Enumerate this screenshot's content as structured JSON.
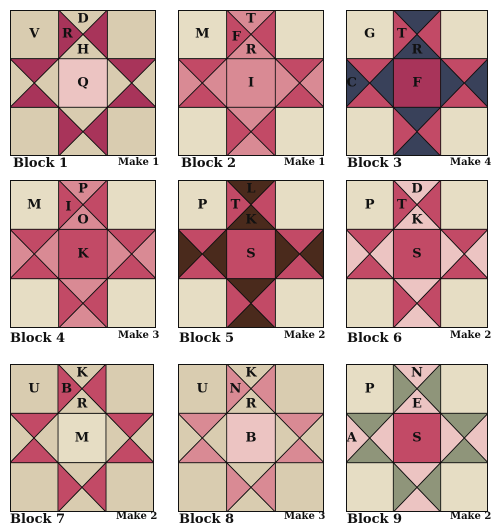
{
  "colors": {
    "cream": "#e6ddc4",
    "tan": "#d9ccb0",
    "pink_light": "#ecc4c2",
    "pink_mid": "#d98a94",
    "rose": "#c24a66",
    "rose_dark": "#a8345a",
    "brown": "#4a2a1c",
    "navy": "#39415a",
    "sage": "#8f957a",
    "line": "#111111"
  },
  "blocks": [
    {
      "id": "block-1",
      "name": "Block 1",
      "make": "Make 1",
      "corner": "tan",
      "side_bg": "tan",
      "side_star": "rose_dark",
      "center": "pink_light",
      "letters": [
        {
          "t": "D",
          "pos": "top-a"
        },
        {
          "t": "R",
          "pos": "top-b"
        },
        {
          "t": "H",
          "pos": "top-c"
        },
        {
          "t": "V",
          "pos": "corner"
        },
        {
          "t": "Q",
          "pos": "center"
        }
      ]
    },
    {
      "id": "block-2",
      "name": "Block 2",
      "make": "Make 1",
      "corner": "cream",
      "side_bg": "pink_mid",
      "side_star": "rose",
      "center": "pink_mid",
      "letters": [
        {
          "t": "M",
          "pos": "corner"
        },
        {
          "t": "T",
          "pos": "top-a"
        },
        {
          "t": "F",
          "pos": "top-b2"
        },
        {
          "t": "R",
          "pos": "top-c"
        },
        {
          "t": "I",
          "pos": "center"
        }
      ]
    },
    {
      "id": "block-3",
      "name": "Block 3",
      "make": "Make 4",
      "corner": "cream",
      "side_bg": "navy",
      "side_star": "rose",
      "center": "rose_dark",
      "letters": [
        {
          "t": "G",
          "pos": "corner"
        },
        {
          "t": "T",
          "pos": "top-b"
        },
        {
          "t": "R",
          "pos": "top-c"
        },
        {
          "t": "C",
          "pos": "left-edge"
        },
        {
          "t": "F",
          "pos": "center"
        }
      ]
    },
    {
      "id": "block-4",
      "name": "Block 4",
      "make": "Make 3",
      "corner": "cream",
      "side_bg": "pink_mid",
      "side_star": "rose",
      "center": "rose",
      "letters": [
        {
          "t": "M",
          "pos": "corner"
        },
        {
          "t": "P",
          "pos": "top-a"
        },
        {
          "t": "I",
          "pos": "top-b2"
        },
        {
          "t": "O",
          "pos": "top-c"
        },
        {
          "t": "K",
          "pos": "center"
        }
      ]
    },
    {
      "id": "block-5",
      "name": "Block 5",
      "make": "Make 2",
      "corner": "cream",
      "side_bg": "brown",
      "side_star": "rose",
      "center": "rose",
      "letters": [
        {
          "t": "P",
          "pos": "corner"
        },
        {
          "t": "L",
          "pos": "top-a"
        },
        {
          "t": "T",
          "pos": "top-b"
        },
        {
          "t": "K",
          "pos": "top-c"
        },
        {
          "t": "S",
          "pos": "center"
        }
      ]
    },
    {
      "id": "block-6",
      "name": "Block 6",
      "make": "Make 2",
      "corner": "cream",
      "side_bg": "pink_light",
      "side_star": "rose",
      "center": "rose",
      "letters": [
        {
          "t": "P",
          "pos": "corner"
        },
        {
          "t": "D",
          "pos": "top-a"
        },
        {
          "t": "T",
          "pos": "top-b"
        },
        {
          "t": "K",
          "pos": "top-c"
        },
        {
          "t": "S",
          "pos": "center"
        }
      ]
    },
    {
      "id": "block-7",
      "name": "Block 7",
      "make": "Make 2",
      "corner": "tan",
      "side_bg": "tan",
      "side_star": "rose",
      "center": "cream",
      "letters": [
        {
          "t": "U",
          "pos": "corner"
        },
        {
          "t": "B",
          "pos": "top-b"
        },
        {
          "t": "K",
          "pos": "top-a"
        },
        {
          "t": "R",
          "pos": "top-c"
        },
        {
          "t": "M",
          "pos": "center"
        }
      ]
    },
    {
      "id": "block-8",
      "name": "Block 8",
      "make": "Make 3",
      "corner": "tan",
      "side_bg": "tan",
      "side_star": "pink_mid",
      "center": "pink_light",
      "letters": [
        {
          "t": "U",
          "pos": "corner"
        },
        {
          "t": "N",
          "pos": "top-b"
        },
        {
          "t": "K",
          "pos": "top-a"
        },
        {
          "t": "R",
          "pos": "top-c"
        },
        {
          "t": "B",
          "pos": "center"
        }
      ]
    },
    {
      "id": "block-9",
      "name": "Block 9",
      "make": "Make 2",
      "corner": "cream",
      "side_bg": "pink_light",
      "side_star": "sage",
      "center": "rose",
      "letters": [
        {
          "t": "P",
          "pos": "corner"
        },
        {
          "t": "N",
          "pos": "top-a"
        },
        {
          "t": "E",
          "pos": "top-c"
        },
        {
          "t": "A",
          "pos": "left-edge"
        },
        {
          "t": "S",
          "pos": "center"
        }
      ]
    }
  ]
}
